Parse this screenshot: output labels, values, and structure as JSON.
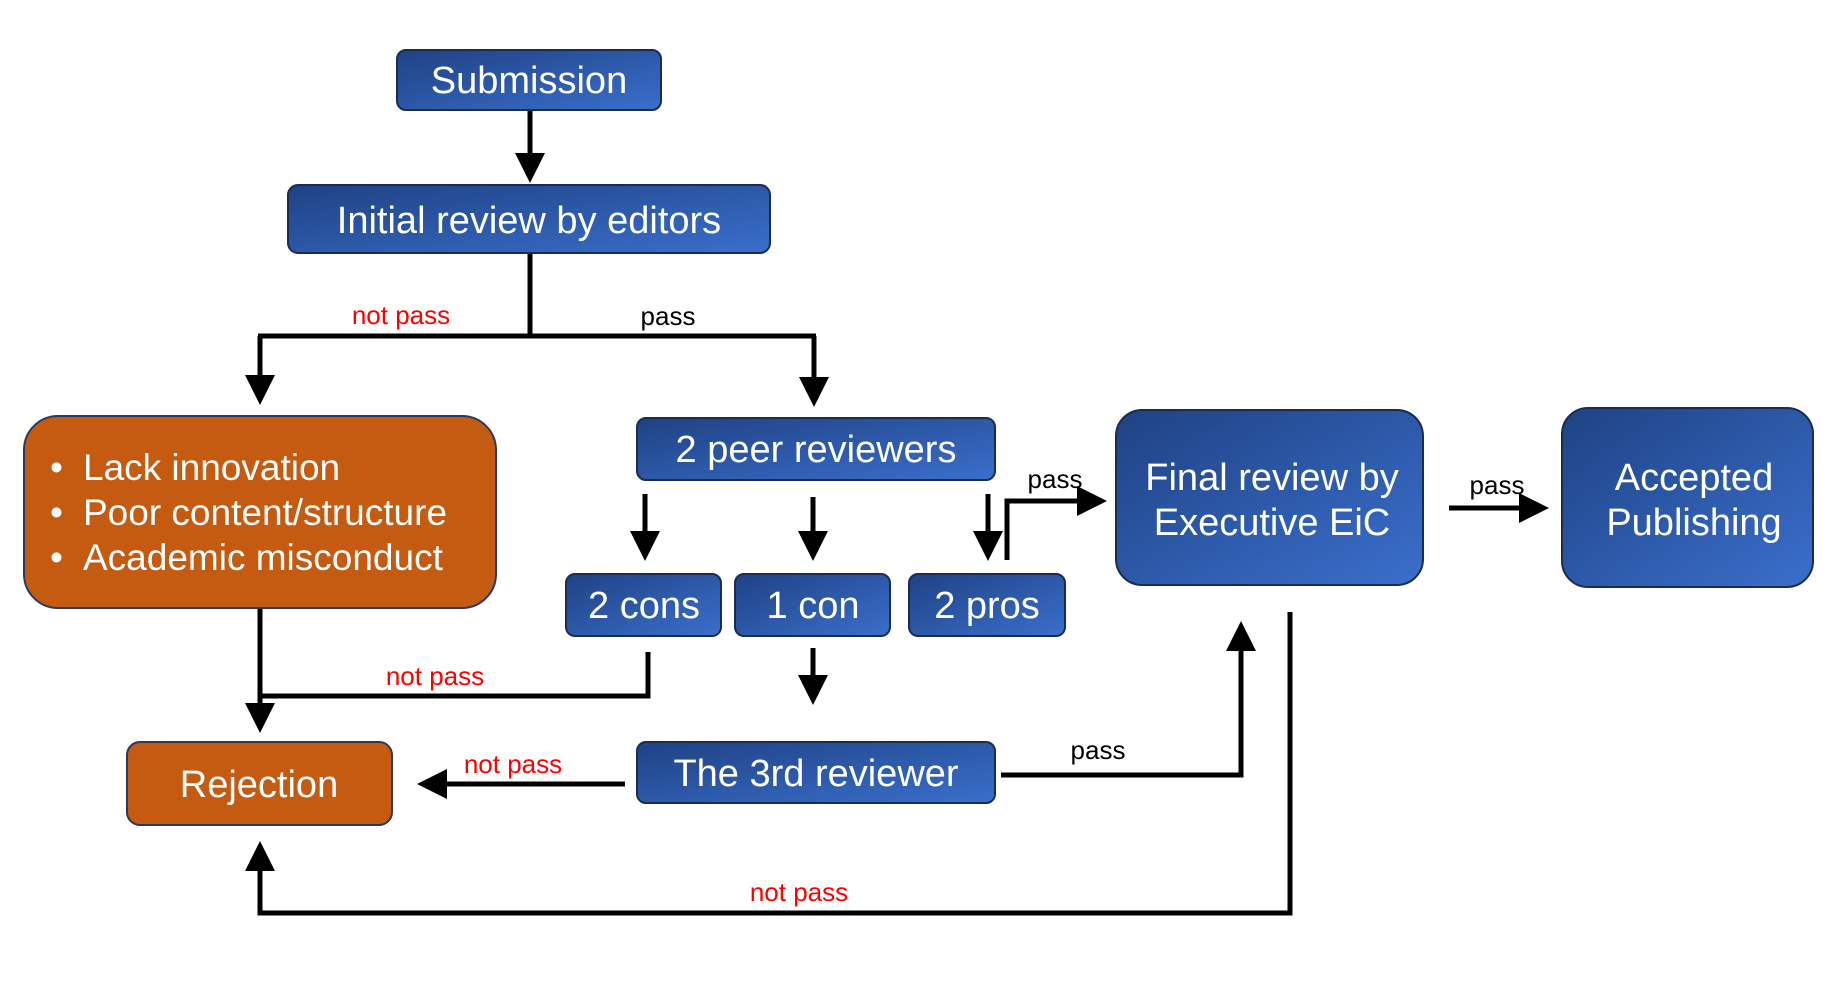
{
  "diagram": {
    "colors": {
      "blue_dark": "#1F4284",
      "blue_light": "#3A6FCC",
      "blue_border": "#1B2C4E",
      "orange": "#C55A11",
      "orange_border": "#2B3A5A",
      "line": "#000000",
      "label_pass": "#000000",
      "label_not_pass": "#FF0000"
    },
    "nodes": {
      "submission": {
        "label": "Submission",
        "type": "process"
      },
      "initial_review": {
        "label": "Initial review by editors",
        "type": "process"
      },
      "rejection_reasons": {
        "type": "reject-reasons",
        "items": [
          "Lack innovation",
          "Poor content/structure",
          "Academic misconduct"
        ]
      },
      "peer_reviewers": {
        "label": "2 peer reviewers",
        "type": "process"
      },
      "two_cons": {
        "label": "2 cons",
        "type": "outcome"
      },
      "one_con": {
        "label": "1 con",
        "type": "outcome"
      },
      "two_pros": {
        "label": "2 pros",
        "type": "outcome"
      },
      "third_reviewer": {
        "label": "The 3rd reviewer",
        "type": "process"
      },
      "final_review": {
        "label_lines": [
          "Final review by",
          "Executive EiC"
        ],
        "type": "process"
      },
      "accepted": {
        "label_lines": [
          "Accepted",
          "Publishing"
        ],
        "type": "terminal"
      },
      "rejection": {
        "label": "Rejection",
        "type": "terminal-reject"
      }
    },
    "edges": [
      {
        "from": "submission",
        "to": "initial_review",
        "label": ""
      },
      {
        "from": "initial_review",
        "to": "rejection_reasons",
        "label": "not pass",
        "kind": "not_pass"
      },
      {
        "from": "initial_review",
        "to": "peer_reviewers",
        "label": "pass",
        "kind": "pass"
      },
      {
        "from": "peer_reviewers",
        "to": "two_cons",
        "label": ""
      },
      {
        "from": "peer_reviewers",
        "to": "one_con",
        "label": ""
      },
      {
        "from": "peer_reviewers",
        "to": "two_pros",
        "label": ""
      },
      {
        "from": "two_pros",
        "to": "final_review",
        "label": "pass",
        "kind": "pass"
      },
      {
        "from": "final_review",
        "to": "accepted",
        "label": "pass",
        "kind": "pass"
      },
      {
        "from": "rejection_reasons",
        "to": "rejection",
        "label": ""
      },
      {
        "from": "two_cons",
        "to": "rejection",
        "label": "not pass",
        "kind": "not_pass"
      },
      {
        "from": "one_con",
        "to": "third_reviewer",
        "label": ""
      },
      {
        "from": "third_reviewer",
        "to": "rejection",
        "label": "not pass",
        "kind": "not_pass"
      },
      {
        "from": "third_reviewer",
        "to": "final_review",
        "label": "pass",
        "kind": "pass"
      },
      {
        "from": "final_review",
        "to": "rejection",
        "label": "not pass",
        "kind": "not_pass"
      }
    ],
    "bullet_glyph": "•"
  }
}
